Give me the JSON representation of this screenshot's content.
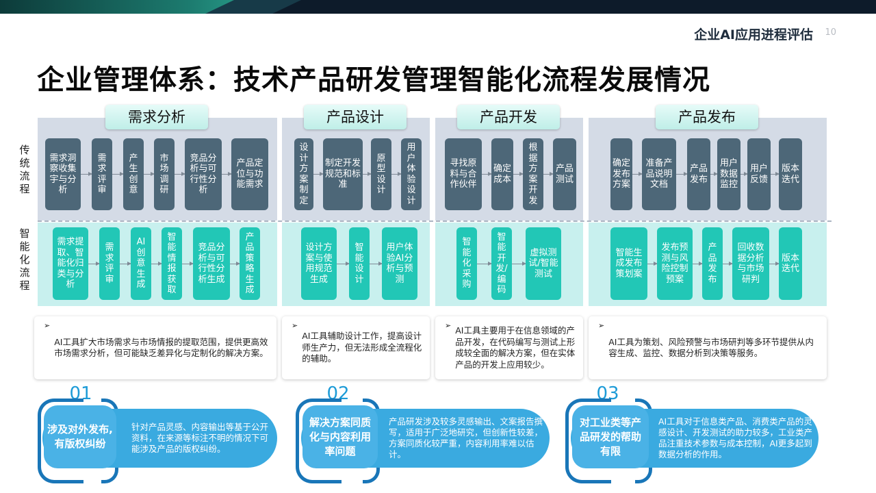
{
  "header": {
    "title": "企业AI应用进程评估",
    "page_number": "10"
  },
  "main_title": "企业管理体系：技术产品研发管理智能化流程发展情况",
  "row_labels": {
    "traditional": "传统流程",
    "smart": "智能化流程"
  },
  "phases": [
    "需求分析",
    "产品设计",
    "产品开发",
    "产品发布"
  ],
  "traditional": {
    "p1": [
      "需求洞察收集宇与分析",
      "需求评审",
      "产生创意",
      "市场调研",
      "竞品分析与可行性分析",
      "产品定位与功能需求"
    ],
    "p2": [
      "设计方案制定",
      "制定开发规范和标准",
      "原型设计",
      "用户体验设计"
    ],
    "p3": [
      "寻找原料与合作伙伴",
      "确定成本",
      "根据方案开发",
      "产品测试"
    ],
    "p4": [
      "确定发布方案",
      "准备产品说明文档",
      "产品发布",
      "用户数据监控",
      "用户反馈",
      "版本迭代"
    ]
  },
  "smart": {
    "p1": [
      "需求提取、智能化归类与分析",
      "需求评审",
      "AI创意生成",
      "智能情报获取",
      "竞品分析与可行性分析生成",
      "产品策略生成"
    ],
    "p2": [
      "设计方案与使用规范生成",
      "智能设计",
      "用户体验AI分析与预测"
    ],
    "p3": [
      "智能化采购",
      "智能开发/编码",
      "虚拟测试/智能测试"
    ],
    "p4": [
      "智能生成发布策划案",
      "发布预测与风险控制预案",
      "产品发布",
      "回收数据分析与市场研判",
      "版本迭代"
    ]
  },
  "descriptions": [
    "AI工具扩大市场需求与市场情报的提取范围，提供更高效市场需求分析，但可能缺乏差异化与定制化的解决方案。",
    "AI工具辅助设计工作，提高设计师生产力，但无法形成全流程化的辅助。",
    "AI工具主要用于在信息领域的产品开发，在代码编写与测试上形成较全面的解决方案，但在实体产品的开发上应用较少。",
    "AI工具为策划、风险预警与市场研判等多环节提供从内容生成、监控、数据分析到决策等服务。"
  ],
  "bullet": "➢",
  "issues": [
    {
      "num": "01",
      "title": "涉及对外发布,有版权纠纷",
      "text": "针对产品灵感、内容输出等基于公开资料，在来源等标注不明的情况下可能涉及产品的版权纠纷。"
    },
    {
      "num": "02",
      "title": "解决方案同质化与内容利用率问题",
      "text": "产品研发涉及较多灵感输出、文案报告撰写，适用于广泛地研究，但创新性较差，方案同质化较严重，内容利用率难以估计。"
    },
    {
      "num": "03",
      "title": "对工业类等产品研发的帮助有限",
      "text": "AI工具对于信息类产品、消费类产品的灵感设计、开发测试的助力较多，工业类产品注重技术参数与成本控制，AI更多起到数据分析的作用。"
    }
  ]
}
